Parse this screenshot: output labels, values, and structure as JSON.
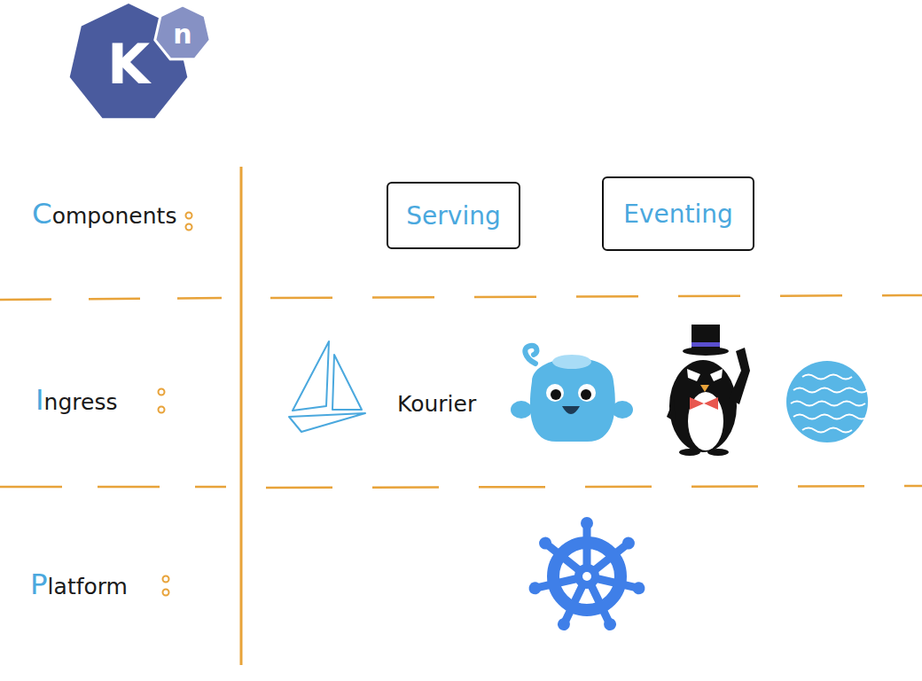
{
  "diagram": {
    "nodes": [
      {
        "text": [
          "K"
        ]
      },
      {
        "text": [
          "n"
        ]
      },
      {
        "text": [
          "Serving"
        ]
      },
      {
        "text": [
          "Eventing"
        ]
      }
    ],
    "labels": [
      "Components",
      "Ingress",
      "Platform",
      "Kourier"
    ]
  }
}
